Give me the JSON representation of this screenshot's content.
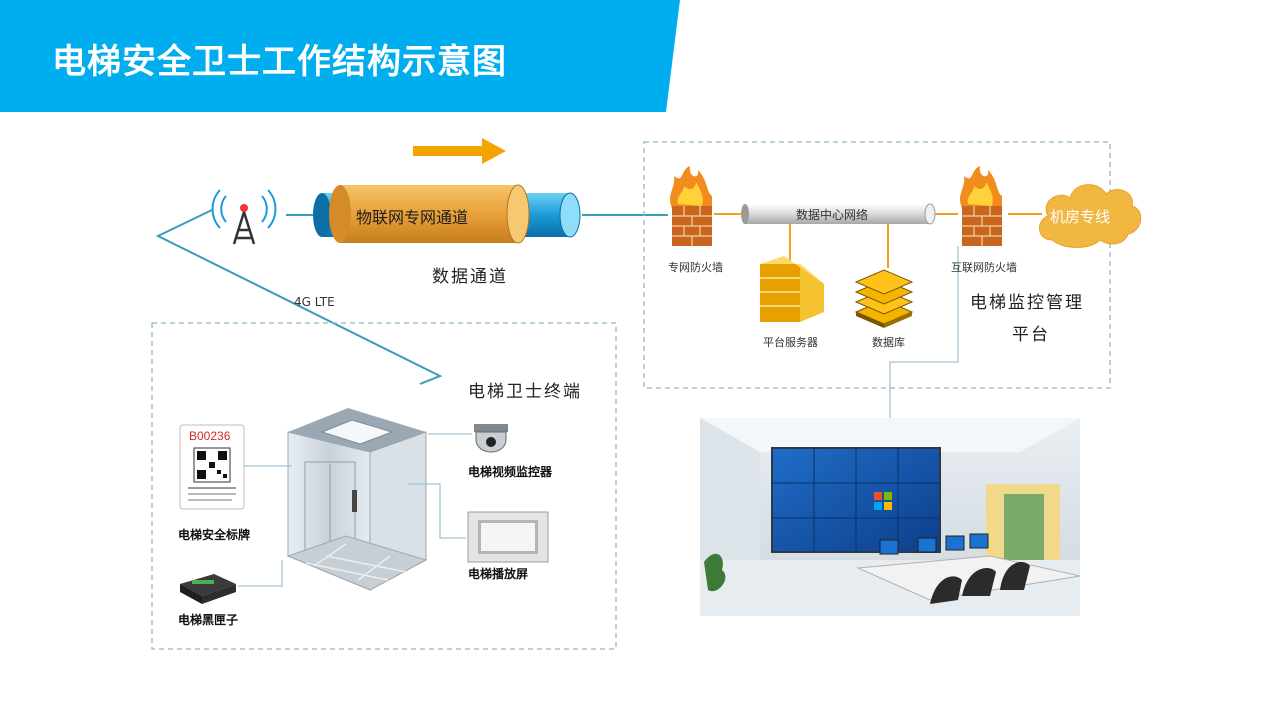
{
  "title": "电梯安全卫士工作结构示意图",
  "channel": {
    "pipe_label": "物联网专网通道",
    "section_label": "数据通道",
    "link_label": "4G LTE"
  },
  "platform": {
    "network_label": "数据中心网络",
    "private_firewall": "专网防火墙",
    "internet_firewall": "互联网防火墙",
    "dedicated_line": "机房专线",
    "server": "平台服务器",
    "database": "数据库",
    "title_line1": "电梯监控管理",
    "title_line2": "平台"
  },
  "terminal": {
    "title": "电梯卫士终端",
    "safety_sign": "电梯安全标牌",
    "sign_code": "B00236",
    "black_box": "电梯黑匣子",
    "video_monitor": "电梯视频监控器",
    "screen": "电梯播放屏"
  },
  "colors": {
    "banner": "#00AEEF",
    "arrow": "#F5A300",
    "pipe_orange": "#E8A13A",
    "pipe_blue": "#1A9BD7",
    "fire": "#F28C1E",
    "cloud": "#F2B642",
    "dashed": "#8EB7C7",
    "link_line": "#3A9CB8",
    "server": "#F5B400"
  }
}
